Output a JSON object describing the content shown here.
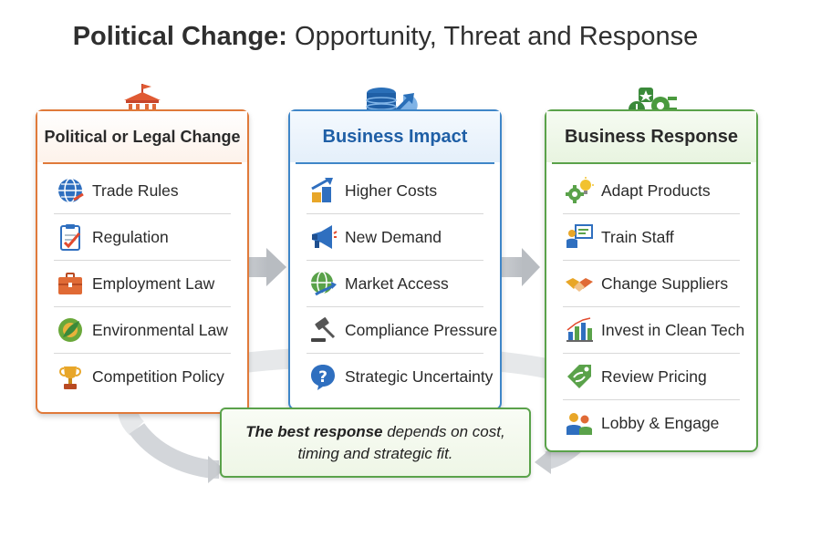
{
  "title": {
    "bold": "Political Change:",
    "rest": " Opportunity, Threat and Response"
  },
  "columns": [
    {
      "heading": "Political or Legal Change",
      "accent": "#e07a3a",
      "header_icon": "government-building-icon",
      "items": [
        {
          "label": "Trade Rules",
          "icon": "globe-icon"
        },
        {
          "label": "Regulation",
          "icon": "clipboard-check-icon"
        },
        {
          "label": "Employment Law",
          "icon": "briefcase-icon"
        },
        {
          "label": "Environmental Law",
          "icon": "leaf-globe-icon"
        },
        {
          "label": "Competition Policy",
          "icon": "trophy-icon"
        }
      ]
    },
    {
      "heading": "Business Impact",
      "accent": "#3f86c8",
      "header_icon": "database-chart-icon",
      "items": [
        {
          "label": "Higher Costs",
          "icon": "coins-arrow-icon"
        },
        {
          "label": "New Demand",
          "icon": "megaphone-icon"
        },
        {
          "label": "Market Access",
          "icon": "globe-arrow-icon"
        },
        {
          "label": "Compliance Pressure",
          "icon": "gavel-icon"
        },
        {
          "label": "Strategic Uncertainty",
          "icon": "question-icon"
        }
      ]
    },
    {
      "heading": "Business Response",
      "accent": "#5aa24a",
      "header_icon": "strategy-icon",
      "items": [
        {
          "label": "Adapt Products",
          "icon": "gear-bulb-icon"
        },
        {
          "label": "Train Staff",
          "icon": "trainer-icon"
        },
        {
          "label": "Change Suppliers",
          "icon": "handshake-icon"
        },
        {
          "label": "Invest in Clean Tech",
          "icon": "growth-chart-icon"
        },
        {
          "label": "Review Pricing",
          "icon": "price-tag-icon"
        },
        {
          "label": "Lobby & Engage",
          "icon": "people-icon"
        }
      ]
    }
  ],
  "callout": {
    "emphasis": "The best response",
    "line1_rest": " depends on cost,",
    "line2": "timing and strategic fit."
  }
}
